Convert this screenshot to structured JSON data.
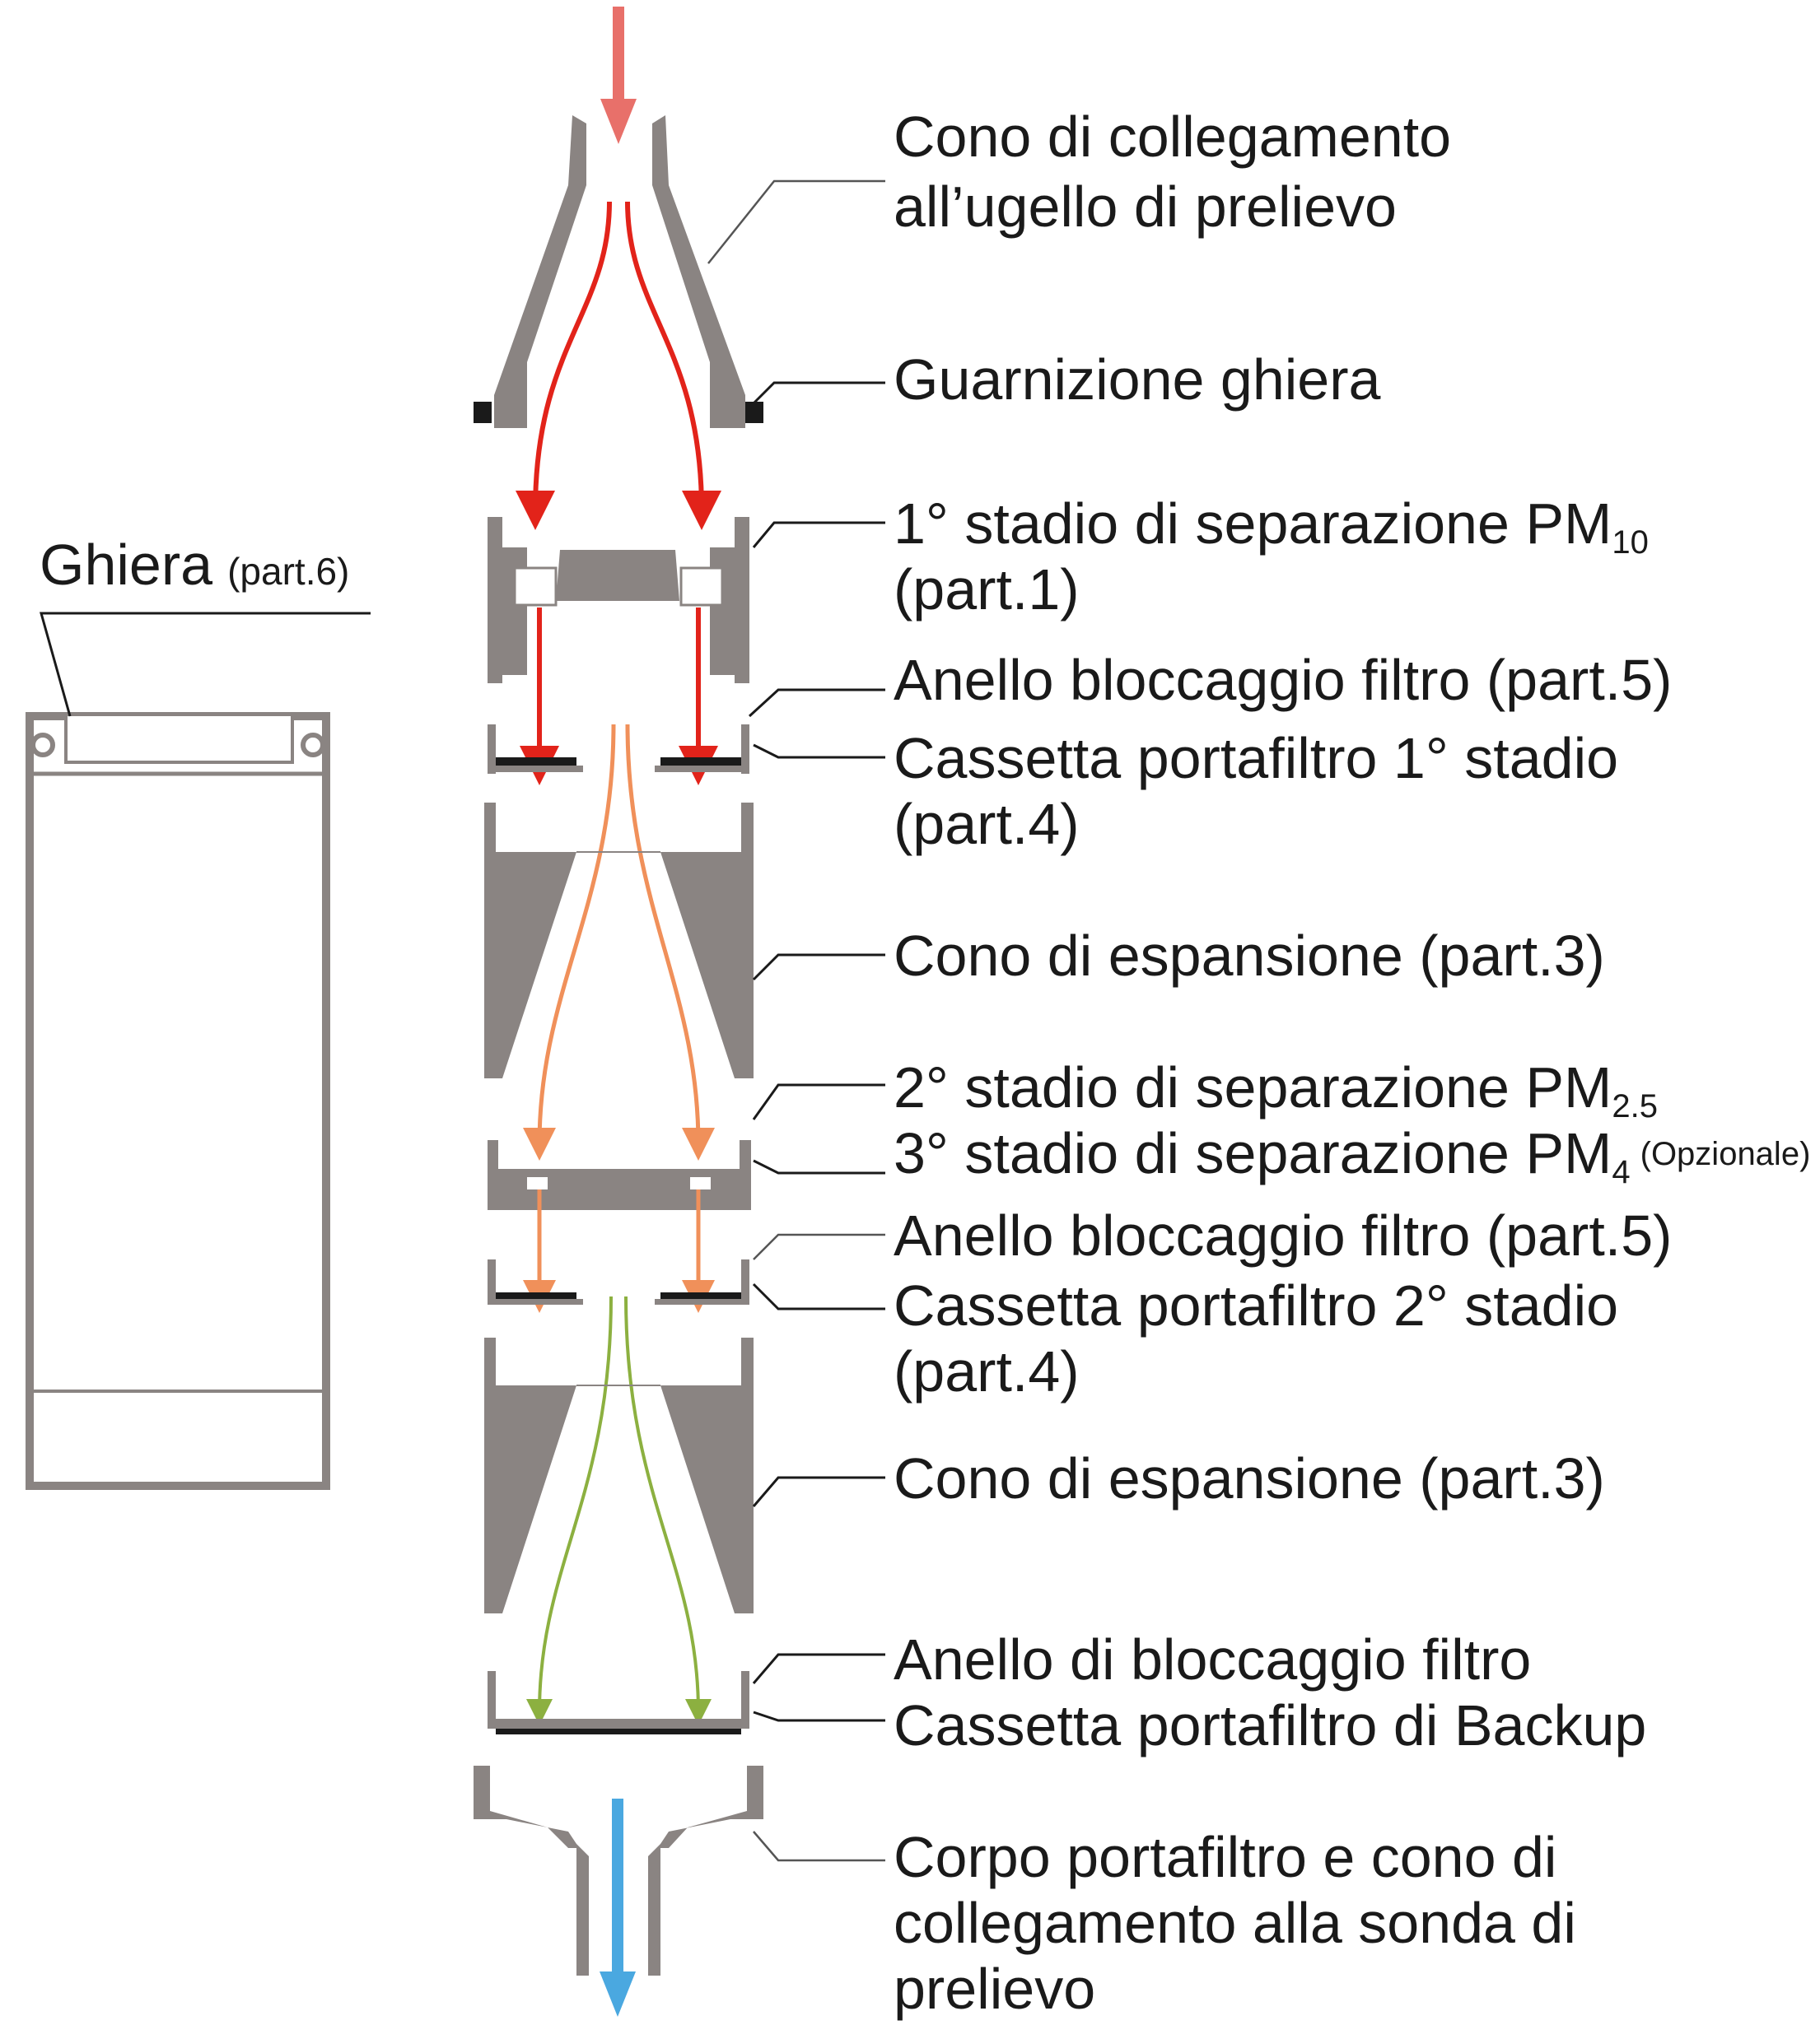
{
  "colors": {
    "part_gray": "#8a8482",
    "inlet_arrow": "#e8706a",
    "flow_stage1": "#e2231a",
    "flow_stage2": "#f0905a",
    "flow_backup": "#8cb040",
    "outlet_arrow": "#4aa8e0"
  },
  "ghiera": {
    "label": "Ghiera",
    "part": "(part.6)"
  },
  "labels": {
    "cono_collegamento": {
      "line1": "Cono di collegamento",
      "line2": "all’ugello di prelievo"
    },
    "guarnizione": {
      "line1": "Guarnizione ghiera"
    },
    "stadio1": {
      "line1": "1° stadio di separazione PM",
      "sub": "10",
      "line2": "(part.1)"
    },
    "anello1": {
      "line1": "Anello bloccaggio filtro (part.5)"
    },
    "cassetta1": {
      "line1": "Cassetta portafiltro 1° stadio",
      "line2": "(part.4)"
    },
    "cono_espansione1": {
      "line1": "Cono di espansione (part.3)"
    },
    "stadio2": {
      "line1": "2° stadio di separazione PM",
      "sub": "2.5"
    },
    "stadio3": {
      "line1": "3° stadio di separazione PM",
      "sub": "4",
      "note": "(Opzionale)"
    },
    "anello2": {
      "line1": "Anello bloccaggio filtro (part.5)"
    },
    "cassetta2": {
      "line1": "Cassetta portafiltro 2° stadio",
      "line2": "(part.4)"
    },
    "cono_espansione2": {
      "line1": "Cono di espansione (part.3)"
    },
    "anello_backup": {
      "line1": "Anello di bloccaggio filtro"
    },
    "cassetta_backup": {
      "line1": "Cassetta portafiltro di Backup"
    },
    "corpo": {
      "line1": "Corpo portafiltro e cono di",
      "line2": "collegamento alla sonda di",
      "line3": "prelievo"
    }
  }
}
